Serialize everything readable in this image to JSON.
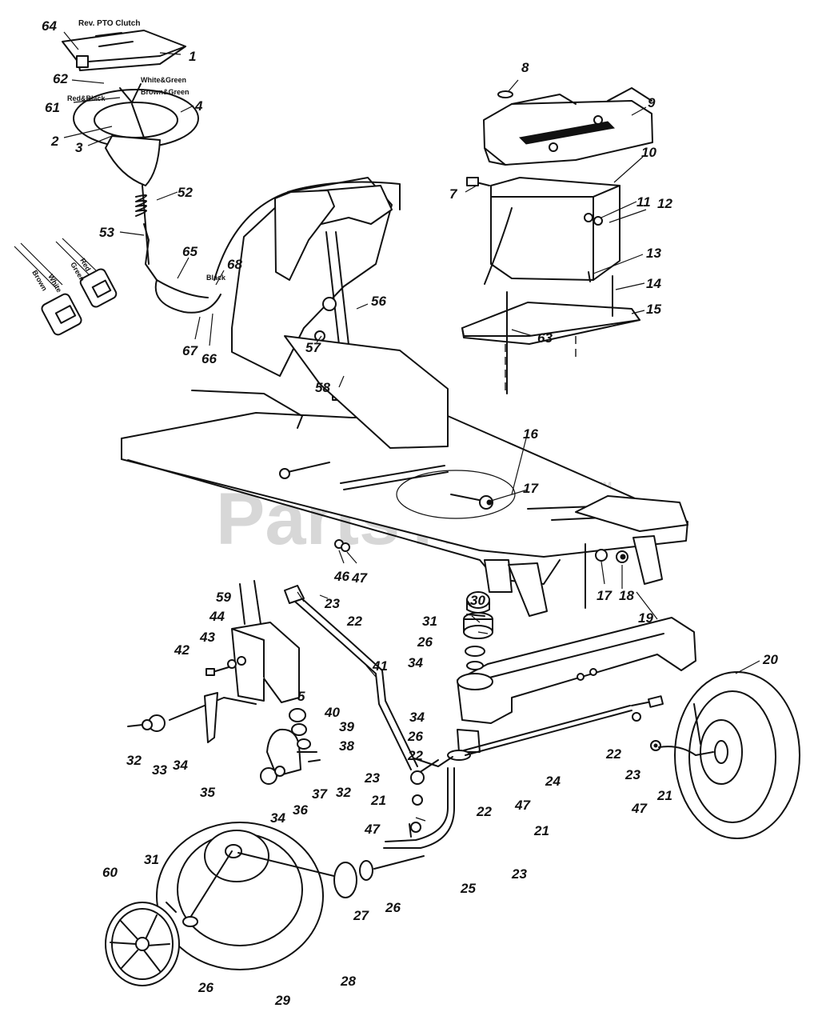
{
  "watermark": {
    "text": "PartsTree",
    "trademark": "TM"
  },
  "callouts": [
    "64",
    "1",
    "62",
    "61",
    "2",
    "3",
    "4",
    "52",
    "53",
    "65",
    "68",
    "67",
    "66",
    "8",
    "9",
    "10",
    "7",
    "11",
    "12",
    "13",
    "14",
    "15",
    "63",
    "56",
    "57",
    "58",
    "16",
    "17",
    "17",
    "18",
    "46",
    "47",
    "59",
    "44",
    "43",
    "42",
    "5",
    "40",
    "39",
    "38",
    "32",
    "33",
    "34",
    "35",
    "36",
    "37",
    "34",
    "32",
    "23",
    "22",
    "41",
    "30",
    "31",
    "26",
    "34",
    "19",
    "20",
    "34",
    "26",
    "22",
    "23",
    "21",
    "47",
    "22",
    "47",
    "21",
    "23",
    "24",
    "22",
    "23",
    "47",
    "21",
    "25",
    "27",
    "26",
    "28",
    "29",
    "26",
    "31",
    "60"
  ],
  "wire_labels": {
    "rev_pto_clutch": "Rev. PTO Clutch",
    "white_green": "White&Green",
    "brown_green": "Brown&Green",
    "red_black": "Red&Black",
    "black": "Black",
    "red": "Red",
    "green": "Green",
    "white": "White",
    "brown": "Brown"
  }
}
